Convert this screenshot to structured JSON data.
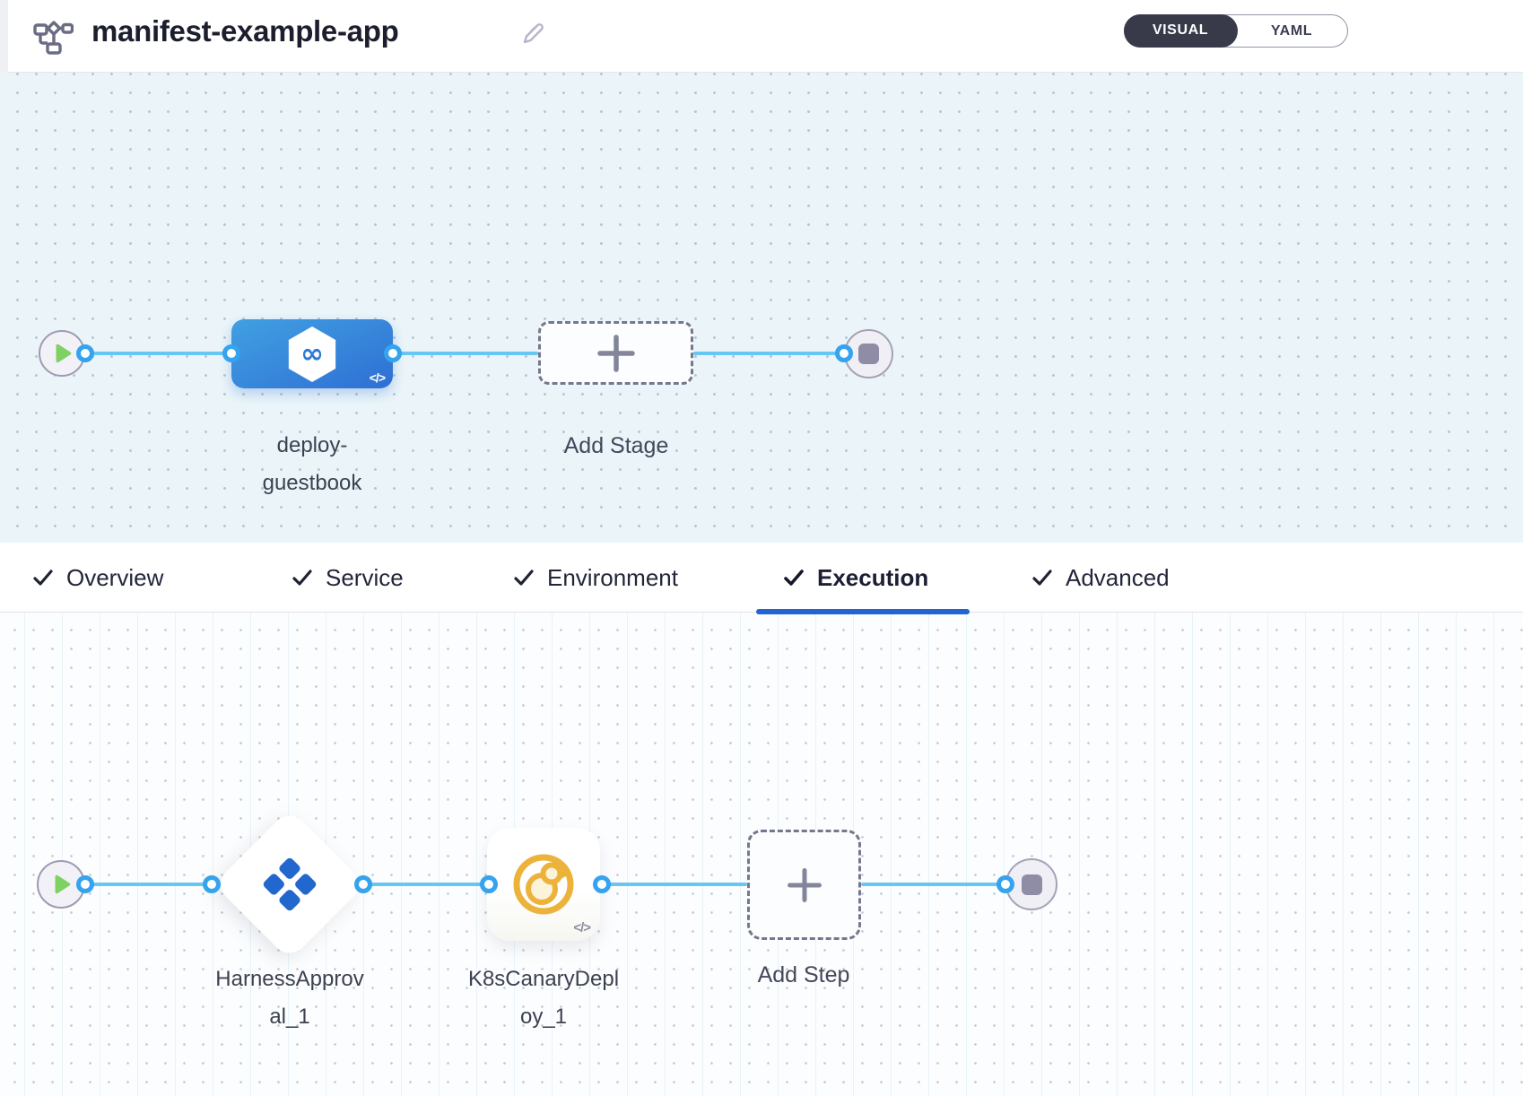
{
  "header": {
    "title": "manifest-example-app",
    "view_toggle": {
      "visual": "VISUAL",
      "yaml": "YAML",
      "selected": "VISUAL"
    }
  },
  "stage_canvas": {
    "stage": {
      "name": "deploy-guestbook",
      "name_lines": [
        "deploy-",
        "guestbook"
      ],
      "code_badge": "</>"
    },
    "add_stage_label": "Add Stage"
  },
  "tabs": [
    {
      "label": "Overview",
      "checked": true,
      "active": false
    },
    {
      "label": "Service",
      "checked": true,
      "active": false
    },
    {
      "label": "Environment",
      "checked": true,
      "active": false
    },
    {
      "label": "Execution",
      "checked": true,
      "active": true
    },
    {
      "label": "Advanced",
      "checked": true,
      "active": false
    }
  ],
  "execution_canvas": {
    "steps": [
      {
        "name": "HarnessApproval_1",
        "name_lines": [
          "HarnessApprov",
          "al_1"
        ],
        "icon": "harness-approval-icon"
      },
      {
        "name": "K8sCanaryDeploy_1",
        "name_lines": [
          "K8sCanaryDepl",
          "oy_1"
        ],
        "icon": "k8s-canary-icon",
        "code_badge": "</>"
      }
    ],
    "add_step_label": "Add Step"
  },
  "colors": {
    "accent_blue": "#2e6fd4",
    "edge_blue": "#68c6f2",
    "port_ring": "#35a3ed",
    "play_green": "#7fd163",
    "approval_blue": "#2267ce",
    "canary_amber": "#ecb23a",
    "active_tab_underline": "#2164d2",
    "toggle_dark": "#383a49",
    "stage_canvas_bg": "#ebf5f9"
  }
}
